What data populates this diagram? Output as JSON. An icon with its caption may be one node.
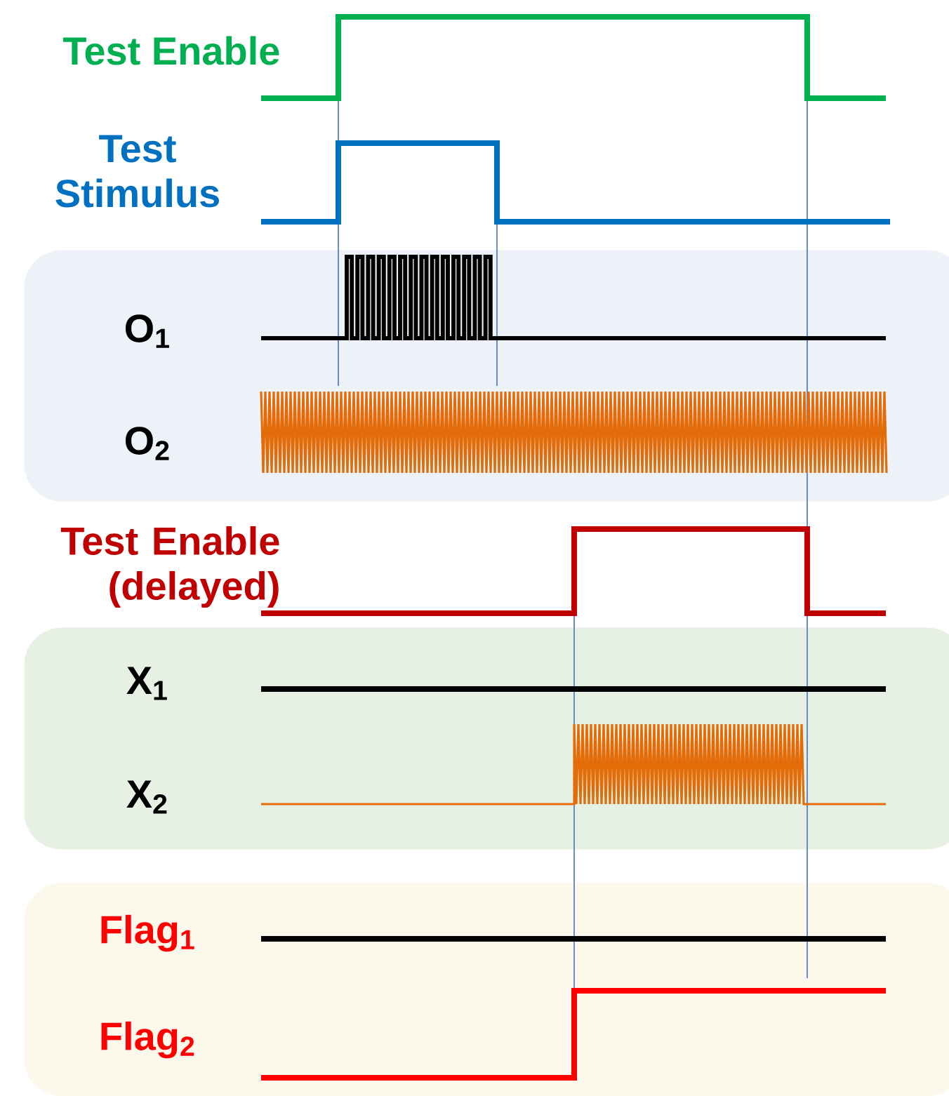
{
  "diagram": {
    "nodes": [
      {
        "text": [
          "O$_{1}$",
          "O$_{2}$"
        ]
      },
      {
        "text": [
          "X$_{1}$",
          "X$_{2}$"
        ]
      },
      {
        "text": [
          "Flag$_{1}$",
          "Flag$_{2}$"
        ]
      }
    ],
    "labels": [
      "Test Enable",
      "Test Stimulus",
      "Test Enable (delayed)"
    ]
  }
}
